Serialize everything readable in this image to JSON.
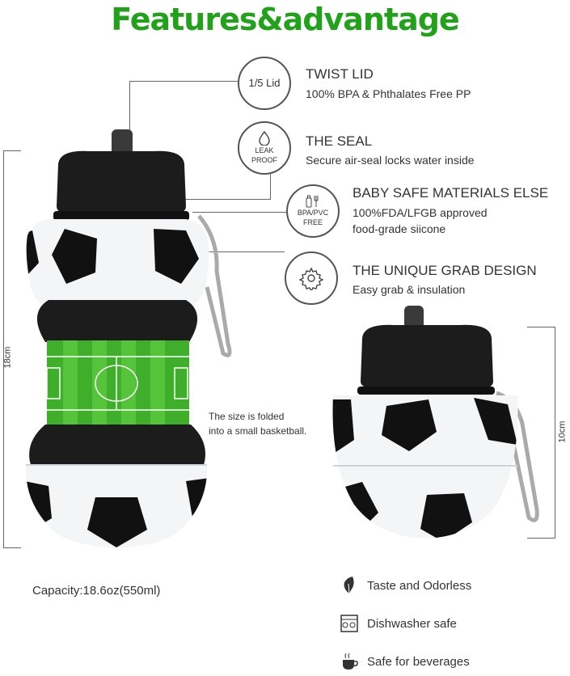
{
  "header": {
    "title": "Features&advantage"
  },
  "features": [
    {
      "badge": "1/5 Lid",
      "icon": "lid-text-icon",
      "title": "TWIST LID",
      "desc": "100% BPA & Phthalates Free PP"
    },
    {
      "badge_line1": "LEAK",
      "badge_line2": "PROOF",
      "icon": "water-drop-icon",
      "title": "THE SEAL",
      "desc": "Secure air-seal locks water inside"
    },
    {
      "badge_line1": "BPA/PVC",
      "badge_line2": "FREE",
      "icon": "baby-bottle-icon",
      "title": "BABY SAFE MATERIALS ELSE",
      "desc_line1": "100%FDA/LFGB approved",
      "desc_line2": "food-grade siicone"
    },
    {
      "icon": "gear-icon",
      "title": "THE UNIQUE GRAB DESIGN",
      "desc": "Easy grab & insulation"
    }
  ],
  "dimensions": {
    "full_height": "18cm",
    "folded_height": "10cm"
  },
  "fold_note": {
    "line1": "The size is folded",
    "line2": "into a small basketball."
  },
  "capacity": "Capacity:18.6oz(550ml)",
  "benefits": [
    {
      "icon": "leaf-icon",
      "label": "Taste and Odorless"
    },
    {
      "icon": "dishwasher-icon",
      "label": "Dishwasher safe"
    },
    {
      "icon": "coffee-cup-icon",
      "label": "Safe for beverages"
    }
  ],
  "colors": {
    "title": "#22a11a",
    "cap": "#1a1a1a",
    "field": "#3fae2a",
    "ball_white": "#f4f5f7"
  }
}
